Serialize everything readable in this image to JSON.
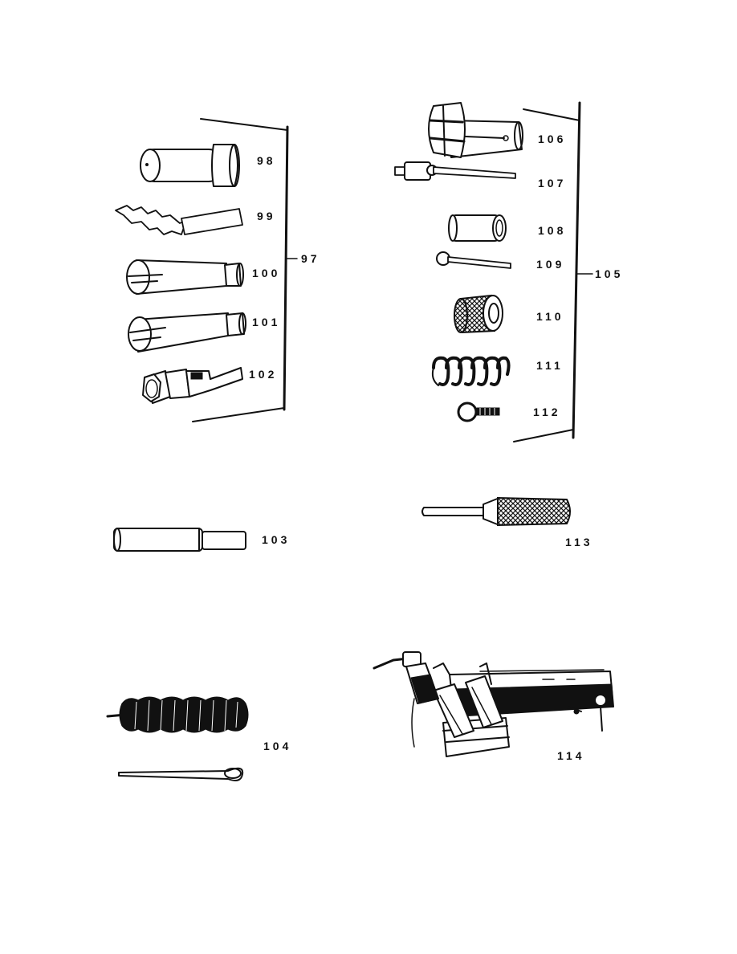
{
  "groups": {
    "left": {
      "label": "97"
    },
    "right": {
      "label": "105"
    }
  },
  "parts": [
    {
      "id": "98",
      "label": "98"
    },
    {
      "id": "99",
      "label": "99"
    },
    {
      "id": "100",
      "label": "100"
    },
    {
      "id": "101",
      "label": "101"
    },
    {
      "id": "102",
      "label": "102"
    },
    {
      "id": "103",
      "label": "103"
    },
    {
      "id": "104",
      "label": "104"
    },
    {
      "id": "106",
      "label": "106"
    },
    {
      "id": "107",
      "label": "107"
    },
    {
      "id": "108",
      "label": "108"
    },
    {
      "id": "109",
      "label": "109"
    },
    {
      "id": "110",
      "label": "110"
    },
    {
      "id": "111",
      "label": "111"
    },
    {
      "id": "112",
      "label": "112"
    },
    {
      "id": "113",
      "label": "113"
    },
    {
      "id": "114",
      "label": "114"
    }
  ],
  "colors": {
    "ink": "#111111",
    "paper": "#ffffff"
  }
}
